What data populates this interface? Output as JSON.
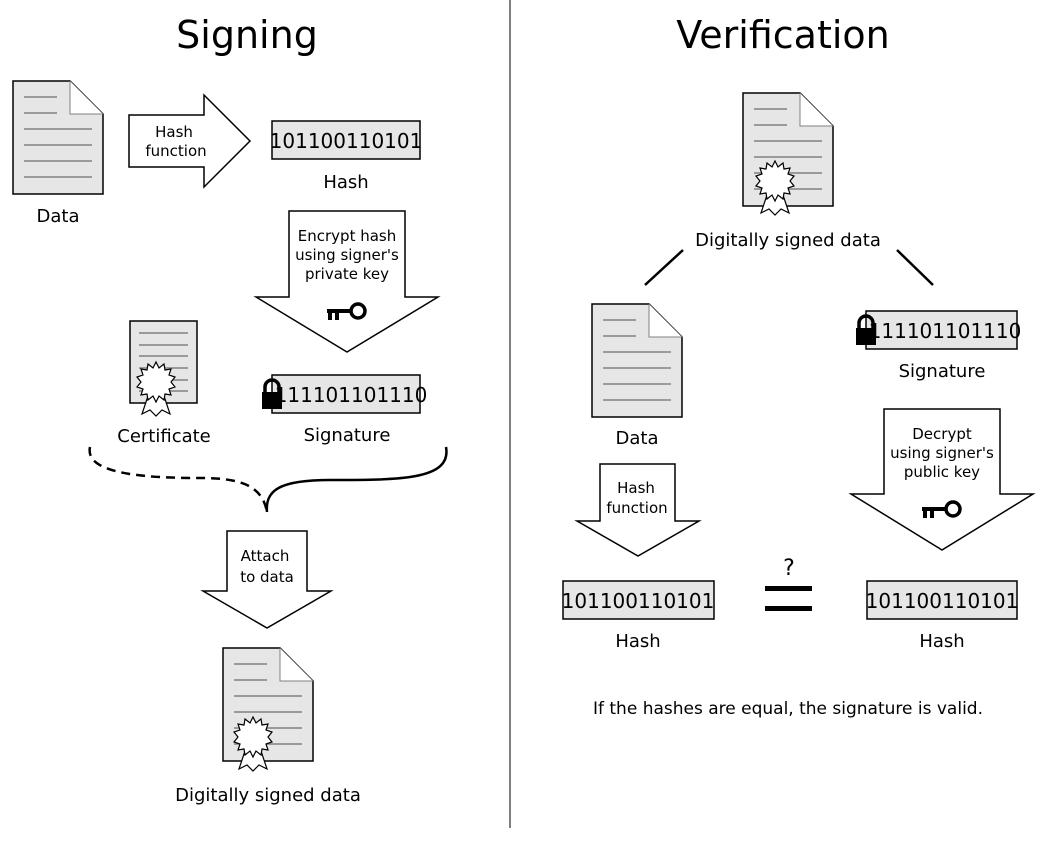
{
  "signing": {
    "title": "Signing",
    "data_label": "Data",
    "hash_arrow": [
      "Hash",
      "function"
    ],
    "hash_value": "101100110101",
    "hash_label": "Hash",
    "encrypt_arrow": [
      "Encrypt hash",
      "using signer's",
      "private key"
    ],
    "certificate_label": "Certificate",
    "signature_value": "111101101110",
    "signature_label": "Signature",
    "attach_arrow": [
      "Attach",
      "to data"
    ],
    "signed_label": "Digitally signed data"
  },
  "verification": {
    "title": "Verification",
    "signed_label": "Digitally signed data",
    "data_label": "Data",
    "signature_value": "111101101110",
    "signature_label": "Signature",
    "hash_arrow": [
      "Hash",
      "function"
    ],
    "decrypt_arrow": [
      "Decrypt",
      "using signer's",
      "public key"
    ],
    "hash_left_value": "101100110101",
    "hash_left_label": "Hash",
    "compare_symbol": "?",
    "hash_right_value": "101100110101",
    "hash_right_label": "Hash",
    "conclusion": "If the hashes are equal, the signature is valid."
  },
  "icons": [
    "document-icon",
    "arrow-icon",
    "key-icon",
    "lock-icon",
    "certificate-icon",
    "seal-icon",
    "equals-icon"
  ],
  "colors": {
    "box_fill": "#e6e6e6",
    "doc_line": "#808080"
  }
}
